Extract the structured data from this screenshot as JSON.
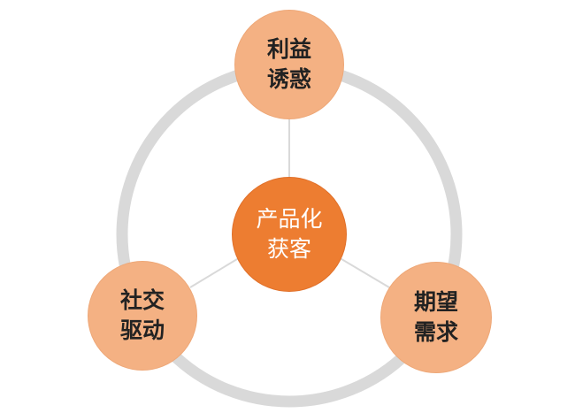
{
  "diagram": {
    "center": {
      "line1": "产品化",
      "line2": "获客"
    },
    "top": {
      "line1": "利益",
      "line2": "诱惑"
    },
    "left": {
      "line1": "社交",
      "line2": "驱动"
    },
    "right": {
      "line1": "期望",
      "line2": "需求"
    }
  },
  "colors": {
    "ring": "#d9d9d9",
    "connector": "#d9d9d9",
    "outer_fill": "#f4b183",
    "center_fill": "#ed7d31",
    "outer_text": "#222222",
    "center_text": "#ffffff"
  }
}
